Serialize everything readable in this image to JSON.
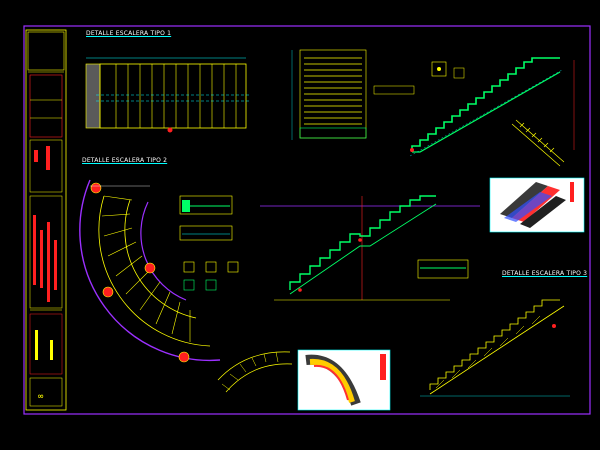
{
  "titles": {
    "tipo1": "DETALLE ESCALERA TIPO 1",
    "tipo2": "DETALLE ESCALERA TIPO 2",
    "tipo3": "DETALLE ESCALERA TIPO 3"
  },
  "title_block": {
    "sheet_mark": "∞"
  },
  "colors": {
    "frame": "#9b30ff",
    "lines": "#ffff00",
    "rebar": "#00ff66",
    "dims": "#00ffff",
    "title": "#ffffff",
    "accent": "#ff2020"
  }
}
